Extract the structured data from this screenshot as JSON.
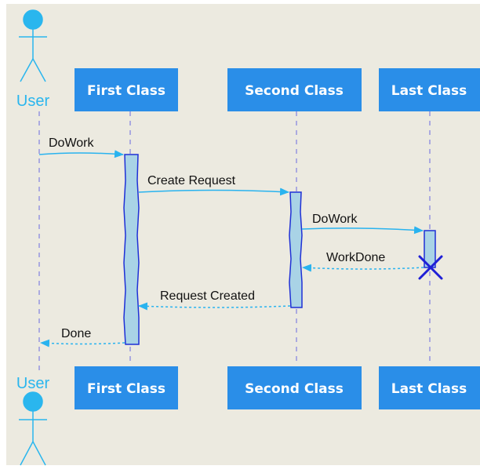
{
  "diagram": {
    "actors": {
      "user": {
        "label": "User"
      }
    },
    "participants": [
      {
        "id": "first",
        "label": "First Class"
      },
      {
        "id": "second",
        "label": "Second Class"
      },
      {
        "id": "last",
        "label": "Last Class"
      }
    ],
    "messages": [
      {
        "label": "DoWork",
        "from": "User",
        "to": "First Class",
        "kind": "call"
      },
      {
        "label": "Create Request",
        "from": "First Class",
        "to": "Second Class",
        "kind": "call"
      },
      {
        "label": "DoWork",
        "from": "Second Class",
        "to": "Last Class",
        "kind": "call"
      },
      {
        "label": "WorkDone",
        "from": "Last Class",
        "to": "Second Class",
        "kind": "return"
      },
      {
        "label": "Request Created",
        "from": "Second Class",
        "to": "First Class",
        "kind": "return"
      },
      {
        "label": "Done",
        "from": "First Class",
        "to": "User",
        "kind": "return"
      }
    ],
    "colors": {
      "background": "#eceae0",
      "participant_box": "#2a8ee8",
      "actor": "#2ab6ee",
      "lifeline": "#6a6ae0",
      "message": "#29b3ef",
      "activation_fill": "#a9d3e6",
      "activation_border": "#1f30d6",
      "destroy": "#1f1fd6"
    }
  }
}
